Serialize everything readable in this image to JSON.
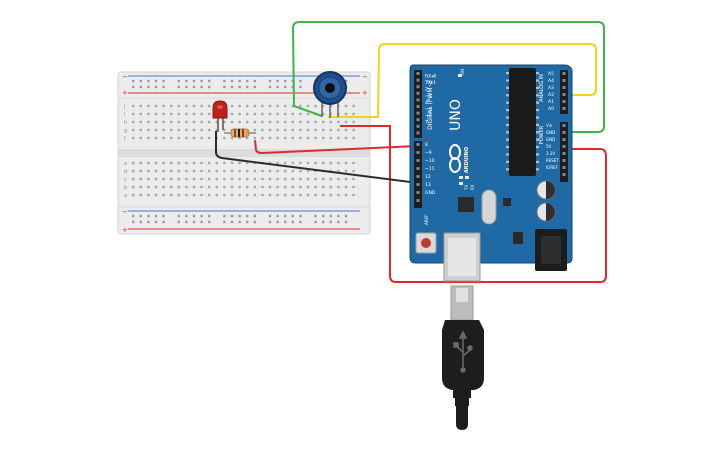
{
  "arduino": {
    "brand": "UNO",
    "maker": "ARDUINO",
    "digital_header": "DIGITAL (PWM~)",
    "analog_header": "ANALOG IN",
    "power_header": "POWER",
    "aref": "AREF",
    "gnd": "GND",
    "on": "ON",
    "tx": "TX",
    "rx": "RX",
    "l": "L",
    "digital_pins": [
      "13",
      "12",
      "~11",
      "~10",
      "~9",
      "8",
      "7",
      "~6",
      "~5",
      "4",
      "~3",
      "2",
      "TX▸1",
      "RX◂0"
    ],
    "analog_pins": [
      "A0",
      "A1",
      "A2",
      "A3",
      "A4",
      "A5"
    ],
    "power_pins": [
      "IOREF",
      "RESET",
      "3.3V",
      "5V",
      "GND",
      "GND",
      "Vin"
    ]
  },
  "breadboard": {
    "row_letters": [
      "a",
      "b",
      "c",
      "d",
      "e",
      "f",
      "g",
      "h",
      "i",
      "j"
    ],
    "rail_plus": "+",
    "rail_minus": "−",
    "columns": 30
  },
  "wires": {
    "green": "#3bb54a",
    "yellow": "#f2d21b",
    "red": "#e0292f",
    "black": "#2b2b2b"
  },
  "colors": {
    "board": "#1f6aa5",
    "board_dark": "#16548a",
    "led": "#c0201c",
    "usb_cable": "#1d1d1d"
  }
}
